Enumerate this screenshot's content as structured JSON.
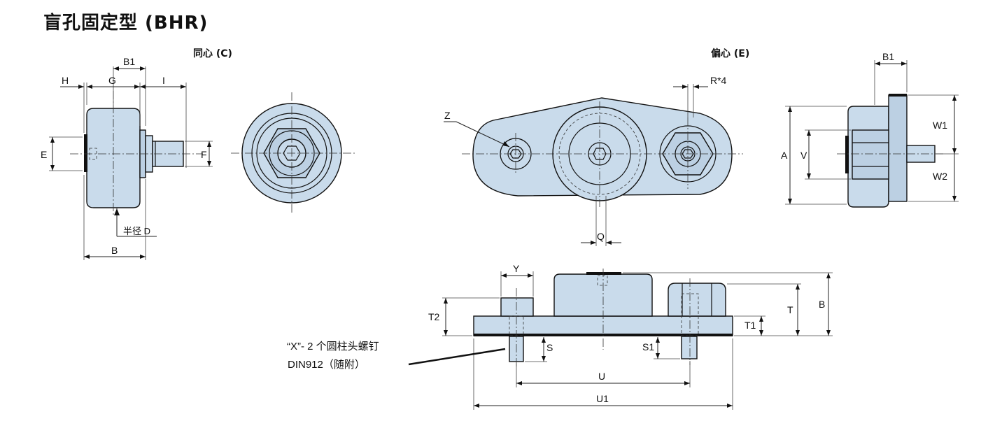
{
  "title": "盲孔固定型 (BHR)",
  "views": {
    "concentric": "同心 (C)",
    "eccentric": "偏心 (E)"
  },
  "dims": {
    "B1": "B1",
    "H": "H",
    "G": "G",
    "I": "I",
    "E": "E",
    "F": "F",
    "radius_D": "半径 D",
    "B": "B",
    "Z": "Z",
    "R": "R*4",
    "A": "A",
    "V": "V",
    "W1": "W1",
    "W2": "W2",
    "Q": "Q",
    "Y": "Y",
    "T2": "T2",
    "T": "T",
    "T1": "T1",
    "S": "S",
    "S1": "S1",
    "U": "U",
    "U1": "U1"
  },
  "note": {
    "line1": "“X”- 2 个圆柱头螺钉",
    "line2": "DIN912（随附）"
  }
}
